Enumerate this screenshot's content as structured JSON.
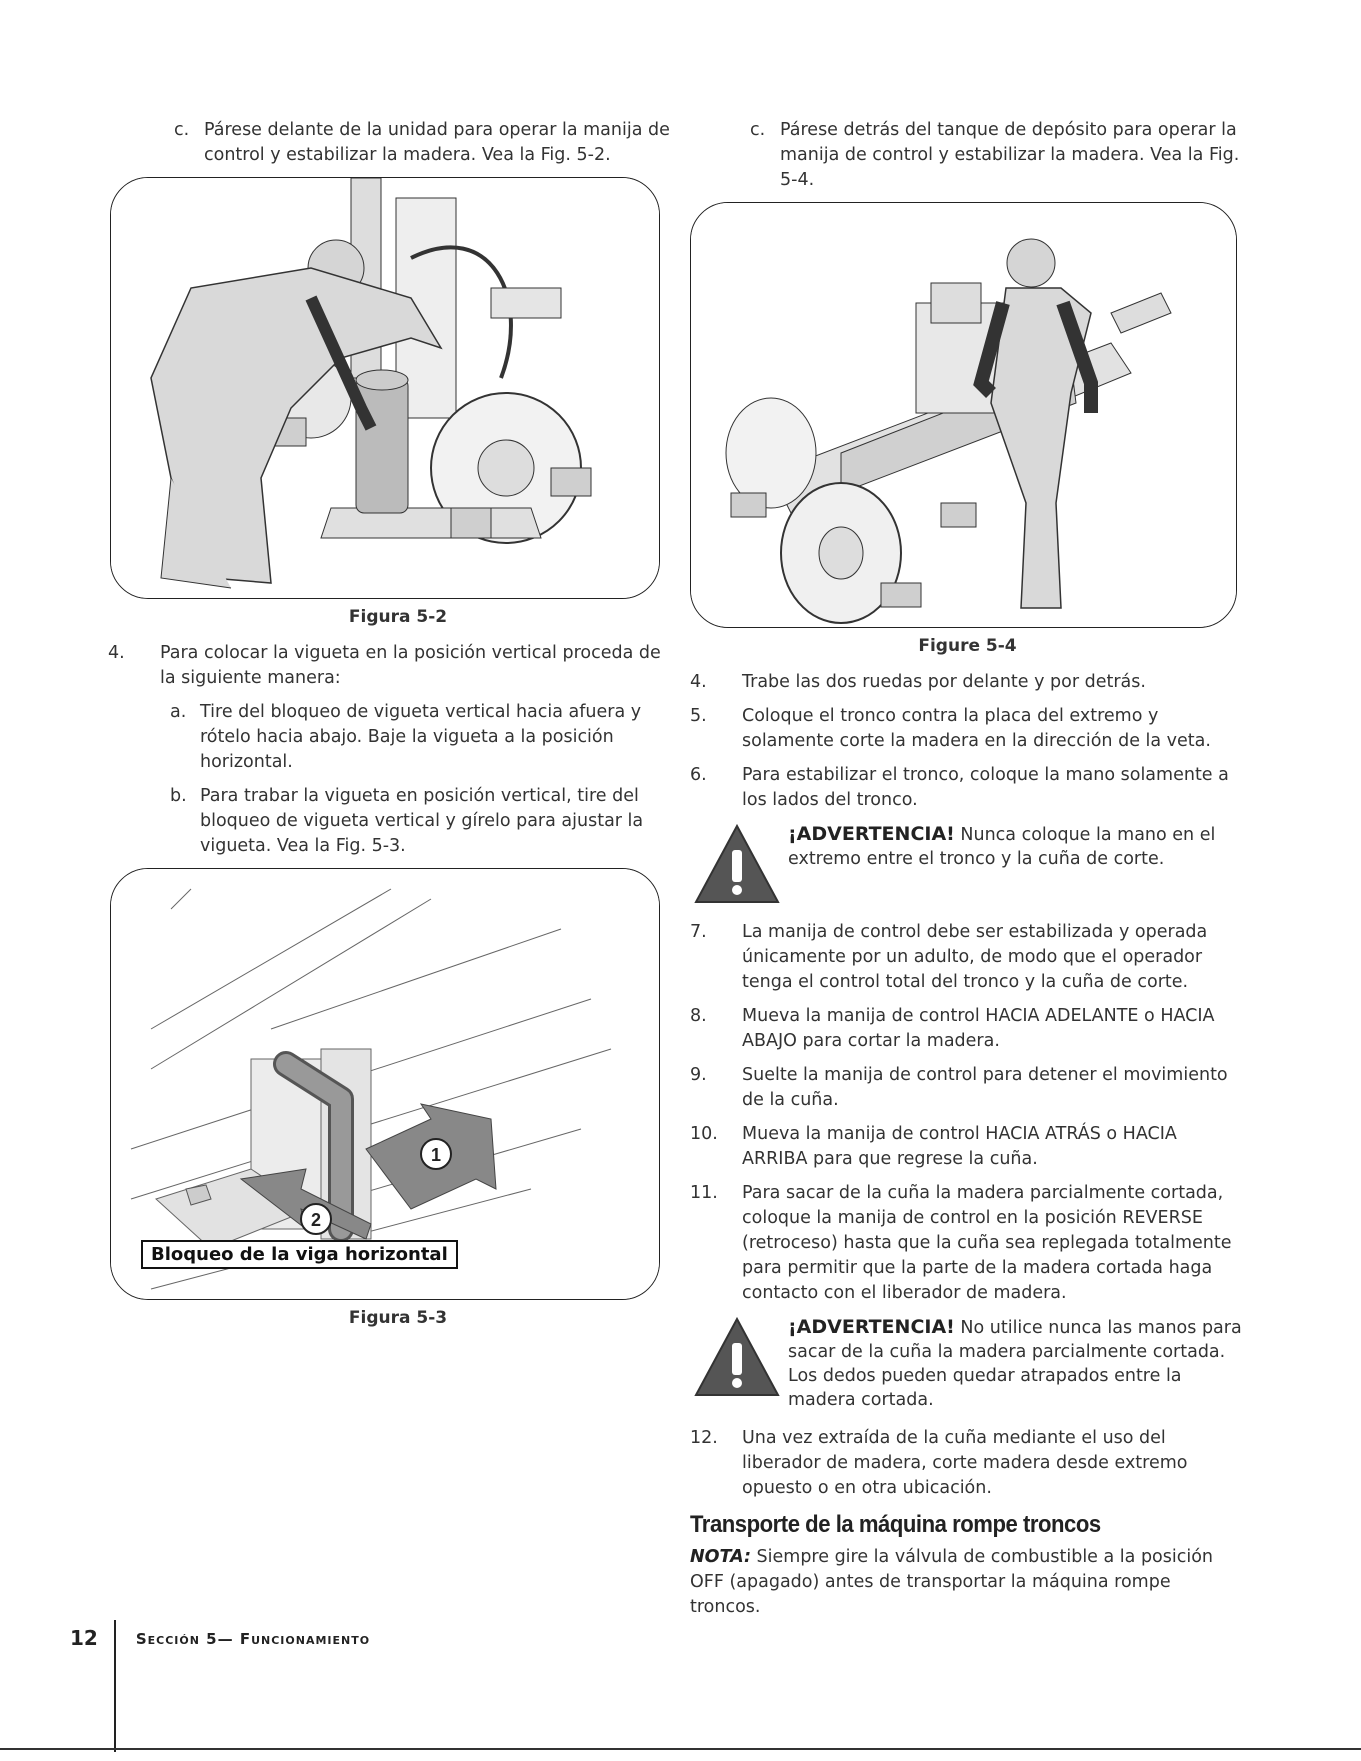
{
  "left": {
    "intro": {
      "num": "c.",
      "text": "Párese delante de la unidad para operar la manija de control y estabilizar la madera. Vea la Fig. 5-2."
    },
    "fig52_caption": "Figura 5-2",
    "step4": {
      "num": "4.",
      "text": "Para colocar la vigueta en la posición vertical proceda de la siguiente manera:"
    },
    "step4a": {
      "num": "a.",
      "text": "Tire del bloqueo de vigueta vertical hacia afuera y rótelo hacia abajo. Baje la vigueta a la posición horizontal."
    },
    "step4b": {
      "num": "b.",
      "text": "Para trabar la vigueta en posición vertical, tire del bloqueo de vigueta vertical y gírelo para ajustar la vigueta. Vea la Fig. 5-3."
    },
    "fig53_label": "Bloqueo de la viga horizontal",
    "fig53_arrow1": "1",
    "fig53_arrow2": "2",
    "fig53_caption": "Figura 5-3"
  },
  "right": {
    "intro": {
      "num": "c.",
      "text": "Párese detrás del tanque de depósito para operar la manija de control y estabilizar la madera. Vea la Fig. 5-4."
    },
    "fig54_caption": "Figure 5-4",
    "steps_a": [
      {
        "num": "4.",
        "text": "Trabe las dos ruedas por delante y por detrás."
      },
      {
        "num": "5.",
        "text": "Coloque el tronco contra la placa del extremo y solamente corte la madera en la dirección de la veta."
      },
      {
        "num": "6.",
        "text": "Para estabilizar el tronco, coloque la mano solamente a los lados del tronco."
      }
    ],
    "warning1": {
      "title": "¡ADVERTENCIA!",
      "text": " Nunca coloque la mano en el extremo entre el tronco y la cuña de corte."
    },
    "steps_b": [
      {
        "num": "7.",
        "text": "La manija de control debe ser estabilizada y operada únicamente por un adulto, de modo que el operador tenga el control total del tronco y la cuña de corte."
      },
      {
        "num": "8.",
        "text": "Mueva la manija de control HACIA ADELANTE o HACIA ABAJO para cortar la madera."
      },
      {
        "num": "9.",
        "text": "Suelte la manija de control para detener el movimiento de la cuña."
      },
      {
        "num": "10.",
        "text": "Mueva la manija de control HACIA ATRÁS o HACIA ARRIBA para que regrese la cuña."
      },
      {
        "num": "11.",
        "text": "Para sacar de la cuña la madera parcialmente cortada, coloque la manija de control en la posición REVERSE (retroceso) hasta que la cuña sea replegada totalmente para permitir que la parte de la madera cortada haga contacto con el liberador de madera."
      }
    ],
    "warning2": {
      "title": "¡ADVERTENCIA!",
      "text": " No utilice nunca las manos para sacar de la cuña la madera parcialmente cortada. Los dedos pueden quedar atrapados entre la madera cortada."
    },
    "step12": {
      "num": "12.",
      "text": "Una vez extraída de la cuña mediante el uso del liberador de madera, corte madera desde extremo opuesto o en otra ubicación."
    },
    "heading": "Transporte de la máquina rompe troncos",
    "nota_label": "NOTA:",
    "nota_text": " Siempre gire la válvula de combustible a la posición OFF (apagado) antes de transportar la máquina rompe troncos."
  },
  "footer": {
    "page_number": "12",
    "section": "Sección 5— Funcionamiento"
  }
}
